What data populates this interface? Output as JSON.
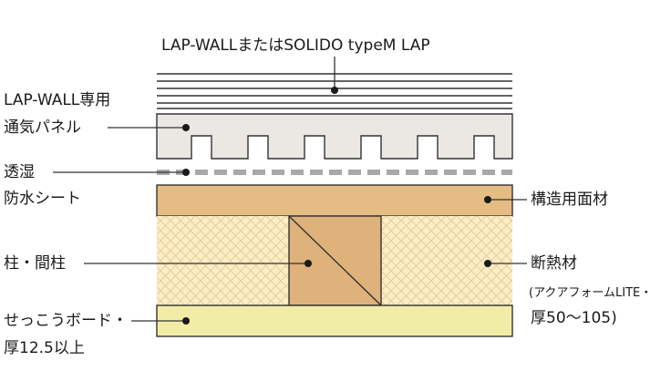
{
  "top_label": "LAP-WALLまたはSOLIDO typeM LAP",
  "left_labels": {
    "panel_line1": "LAP-WALL専用",
    "panel_line2": "通気パネル",
    "sheet_line1": "透湿",
    "sheet_line2": "防水シート",
    "stud": "柱・間柱",
    "board_line1": "せっこうボード・",
    "board_line2": "厚12.5以上"
  },
  "right_labels": {
    "sheathing": "構造用面材",
    "insulation_line1": "断熱材",
    "insulation_line2": "(アクアフォームLITE・",
    "insulation_line3": "厚50〜105)"
  },
  "colors": {
    "line": "#333333",
    "lap_fill": "#ffffff",
    "panel_fill": "#ebe8e4",
    "sheet_dash": "#a8a8a8",
    "sheathing_fill": "#e5bd84",
    "insulation_fill": "#fbedc6",
    "insulation_hatch": "#e6c893",
    "stud_fill": "#deb27a",
    "gypsum_fill": "#f2eda6"
  }
}
